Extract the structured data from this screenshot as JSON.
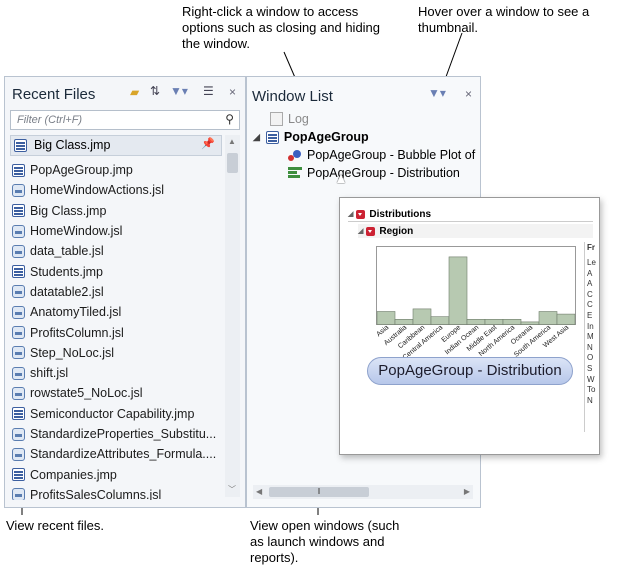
{
  "annotations": {
    "top_left_line1": "Right-click a window to access",
    "top_left_line2": "options such as closing and hiding",
    "top_left_line3": "the window.",
    "top_right_line1": "Hover over a window to see a",
    "top_right_line2": "thumbnail.",
    "bottom_left": "View recent files.",
    "bottom_mid_line1": "View open windows (such",
    "bottom_mid_line2": "as launch windows and",
    "bottom_mid_line3": "reports)."
  },
  "recent_files": {
    "title": "Recent Files",
    "filter_placeholder": "Filter (Ctrl+F)",
    "pinned": "Big Class.jmp",
    "files": [
      {
        "name": "PopAgeGroup.jmp",
        "type": "jmp"
      },
      {
        "name": "HomeWindowActions.jsl",
        "type": "jsl"
      },
      {
        "name": "Big Class.jmp",
        "type": "jmp"
      },
      {
        "name": "HomeWindow.jsl",
        "type": "jsl"
      },
      {
        "name": "data_table.jsl",
        "type": "jsl"
      },
      {
        "name": "Students.jmp",
        "type": "jmp"
      },
      {
        "name": "datatable2.jsl",
        "type": "jsl"
      },
      {
        "name": "AnatomyTiled.jsl",
        "type": "jsl"
      },
      {
        "name": "ProfitsColumn.jsl",
        "type": "jsl"
      },
      {
        "name": "Step_NoLoc.jsl",
        "type": "jsl"
      },
      {
        "name": "shift.jsl",
        "type": "jsl"
      },
      {
        "name": "rowstate5_NoLoc.jsl",
        "type": "jsl"
      },
      {
        "name": "Semiconductor Capability.jmp",
        "type": "jmp"
      },
      {
        "name": "StandardizeProperties_Substitu...",
        "type": "jsl"
      },
      {
        "name": "StandardizeAttributes_Formula....",
        "type": "jsl"
      },
      {
        "name": "Companies.jmp",
        "type": "jmp"
      },
      {
        "name": "ProfitsSalesColumns.jsl",
        "type": "jsl"
      }
    ]
  },
  "window_list": {
    "title": "Window List",
    "log": "Log",
    "group": "PopAgeGroup",
    "item_bubble": "PopAgeGroup - Bubble Plot of Pop",
    "item_distribution": "PopAgeGroup - Distribution"
  },
  "thumbnail": {
    "header_distributions": "Distributions",
    "header_region": "Region",
    "label": "PopAgeGroup - Distribution",
    "side_header": "Fr",
    "side_col": [
      "Le",
      "A",
      "A",
      "C",
      "C",
      "E",
      "In",
      "M",
      "N",
      "O",
      "S",
      "W",
      "To",
      "N"
    ]
  },
  "chart_data": {
    "type": "bar",
    "categories": [
      "Asia",
      "Australia",
      "Caribbean",
      "Central America",
      "Europe",
      "Indian Ocean",
      "Middle East",
      "North America",
      "Oceania",
      "South America",
      "West Asia"
    ],
    "values": [
      5,
      2,
      6,
      3,
      26,
      2,
      2,
      2,
      1,
      5,
      4
    ],
    "ylim": [
      0,
      30
    ],
    "grid": false,
    "title": "",
    "xlabel": "",
    "ylabel": ""
  },
  "colors": {
    "bar_fill": "#b7c9b1",
    "bar_stroke": "#6e7c6a",
    "accent_red": "#cc2233",
    "panel_border": "#b9c3d0"
  }
}
